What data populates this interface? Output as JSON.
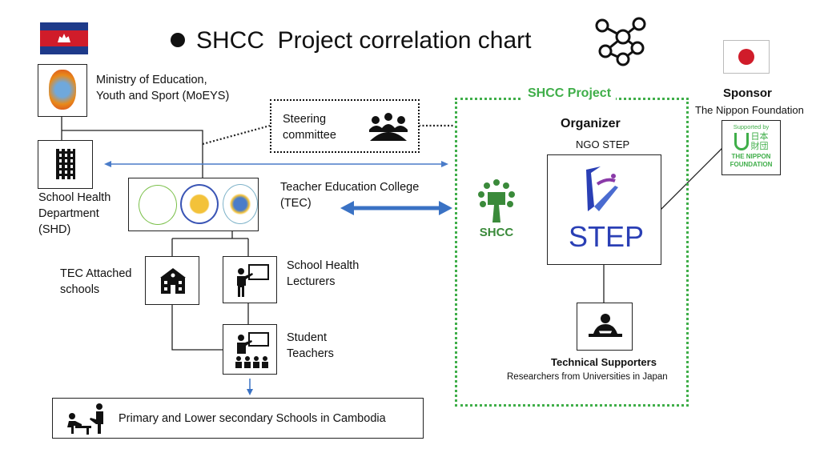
{
  "title": "SHCC  Project correlation chart",
  "colors": {
    "green": "#3fae49",
    "blue": "#3a72c4",
    "step_blue": "#2a3fb5",
    "flag_red": "#d01c2a",
    "flag_blue": "#1e3a8a"
  },
  "nodes": {
    "moeys": "Ministry of Education,\nYouth and Sport (MoEYS)",
    "shd": "School Health\nDepartment\n(SHD)",
    "steering": "Steering\ncommittee",
    "tec": "Teacher Education College\n(TEC)",
    "tec_attached": "TEC Attached\nschools",
    "lecturers": "School Health\nLecturers",
    "students": "Student\nTeachers",
    "primary": "Primary and Lower secondary Schools in Cambodia"
  },
  "project": {
    "label": "SHCC Project",
    "organizer": "Organizer",
    "organizer_name": "NGO STEP",
    "step_logo": "STEP",
    "shcc_logo": "SHCC",
    "technical": "Technical Supporters",
    "technical_desc": "Researchers from Universities in Japan"
  },
  "sponsor": {
    "label": "Sponsor",
    "name": "The Nippon Foundation",
    "logo_top": "Supported by",
    "logo_kanji": "日本\n財団",
    "logo_name": "THE NIPPON\nFOUNDATION"
  }
}
